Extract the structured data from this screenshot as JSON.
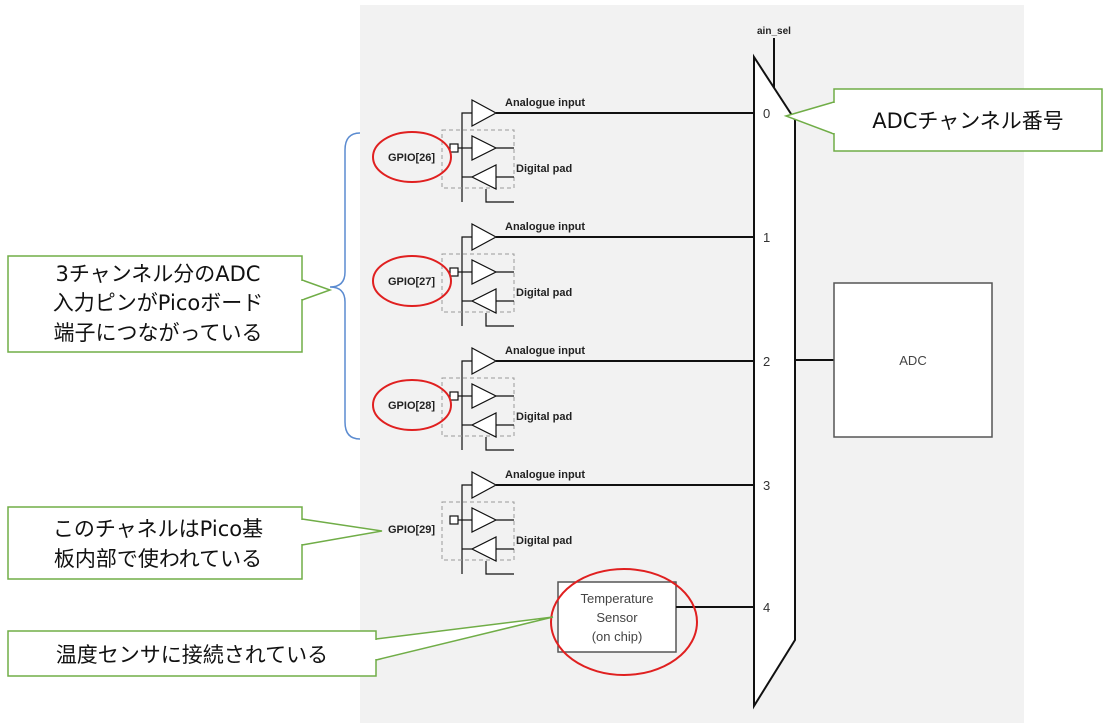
{
  "diagram": {
    "select_signal": "ain_sel",
    "channels": [
      {
        "number": "0",
        "gpio": "GPIO[26]",
        "analogue_label": "Analogue input",
        "digital_label": "Digital pad",
        "circled": true
      },
      {
        "number": "1",
        "gpio": "GPIO[27]",
        "analogue_label": "Analogue input",
        "digital_label": "Digital pad",
        "circled": true
      },
      {
        "number": "2",
        "gpio": "GPIO[28]",
        "analogue_label": "Analogue input",
        "digital_label": "Digital pad",
        "circled": true
      },
      {
        "number": "3",
        "gpio": "GPIO[29]",
        "analogue_label": "Analogue input",
        "digital_label": "Digital pad",
        "circled": false
      }
    ],
    "sensor": {
      "number": "4",
      "line1": "Temperature",
      "line2": "Sensor",
      "line3": "(on chip)"
    },
    "adc_label": "ADC"
  },
  "callouts": {
    "channel_number": "ADCチャンネル番号",
    "three_channels": [
      "3チャンネル分のADC",
      "入力ピンがPicoボード",
      "端子につながっている"
    ],
    "internal_channel": [
      "このチャネルはPico基",
      "板内部で使われている"
    ],
    "temp_sensor": "温度センサに接続されている"
  },
  "colors": {
    "annotation_red": "#e02020",
    "callout_green": "#70ad47",
    "brace_blue": "#5b8bd0",
    "panel_bg": "#f2f2f2"
  }
}
